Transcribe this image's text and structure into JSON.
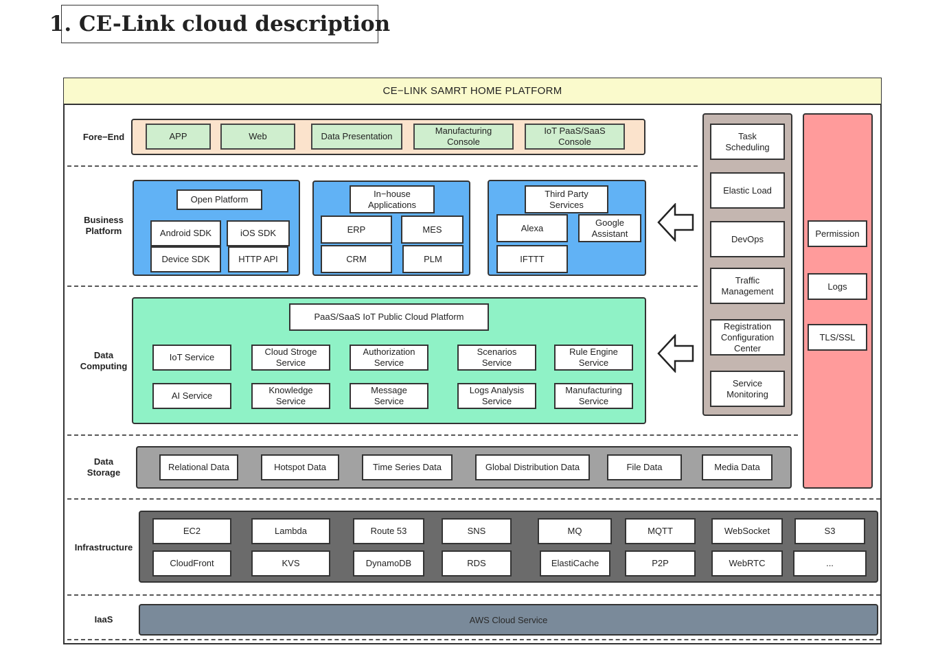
{
  "heading": "1. CE-Link cloud description",
  "banner": "CE−LINK SAMRT HOME PLATFORM",
  "colors": {
    "fore_end_panel": "#fbe3cc",
    "fore_end_box": "#cfeece",
    "business_panel": "#61b2f5",
    "data_computing_panel": "#8ff2c6",
    "ops_column": "#c4b6b0",
    "security_column": "#ff9b9b",
    "data_storage_panel": "#a2a2a2",
    "infrastructure_panel": "#6b6b6b",
    "iaas_bar": "#7a8a9a",
    "banner": "#fafacc"
  },
  "layers": {
    "fore_end": "Fore−End",
    "business_platform": [
      "Business",
      "Platform"
    ],
    "data_computing": [
      "Data",
      "Computing"
    ],
    "data_storage": [
      "Data",
      "Storage"
    ],
    "infrastructure": "Infrastructure",
    "iaas": "IaaS"
  },
  "fore_end": {
    "app": "APP",
    "web": "Web",
    "data_presentation": "Data Presentation",
    "manufacturing_console": [
      "Manufacturing",
      "Console"
    ],
    "iot_console": [
      "IoT PaaS/SaaS",
      "Console"
    ]
  },
  "business": {
    "open_platform": {
      "title": "Open Platform",
      "android_sdk": "Android SDK",
      "ios_sdk": "iOS SDK",
      "device_sdk": "Device SDK",
      "http_api": "HTTP API"
    },
    "inhouse": {
      "title": [
        "In−house",
        "Applications"
      ],
      "erp": "ERP",
      "mes": "MES",
      "crm": "CRM",
      "plm": "PLM"
    },
    "third_party": {
      "title": [
        "Third Party",
        "Services"
      ],
      "alexa": "Alexa",
      "google": [
        "Google",
        "Assistant"
      ],
      "ifttt": "IFTTT"
    }
  },
  "computing": {
    "title": "PaaS/SaaS IoT Public Cloud Platform",
    "iot_service": "IoT Service",
    "cloud_storage": [
      "Cloud Stroge",
      "Service"
    ],
    "authorization": [
      "Authorization",
      "Service"
    ],
    "scenarios": [
      "Scenarios",
      "Service"
    ],
    "rule_engine": [
      "Rule Engine",
      "Service"
    ],
    "ai_service": "AI Service",
    "knowledge": [
      "Knowledge",
      "Service"
    ],
    "message": [
      "Message",
      "Service"
    ],
    "logs_analysis": [
      "Logs Analysis",
      "Service"
    ],
    "manufacturing": [
      "Manufacturing",
      "Service"
    ]
  },
  "ops": {
    "task_scheduling": [
      "Task",
      "Scheduling"
    ],
    "elastic_load": "Elastic Load",
    "devops": "DevOps",
    "traffic": [
      "Traffic",
      "Management"
    ],
    "registration": [
      "Registration",
      "Configuration",
      "Center"
    ],
    "monitoring": [
      "Service",
      "Monitoring"
    ]
  },
  "security": {
    "permission": "Permission",
    "logs": "Logs",
    "tls": "TLS/SSL"
  },
  "storage": {
    "relational": "Relational Data",
    "hotspot": "Hotspot Data",
    "time_series": "Time Series Data",
    "global": "Global Distribution Data",
    "file": "File Data",
    "media": "Media Data"
  },
  "infrastructure": {
    "ec2": "EC2",
    "lambda": "Lambda",
    "route53": "Route 53",
    "sns": "SNS",
    "mq": "MQ",
    "mqtt": "MQTT",
    "websocket": "WebSocket",
    "s3": "S3",
    "cloudfront": "CloudFront",
    "kvs": "KVS",
    "dynamodb": "DynamoDB",
    "rds": "RDS",
    "elasticache": "ElastiCache",
    "p2p": "P2P",
    "webrtc": "WebRTC",
    "more": "..."
  },
  "iaas": {
    "aws": "AWS Cloud Service"
  }
}
